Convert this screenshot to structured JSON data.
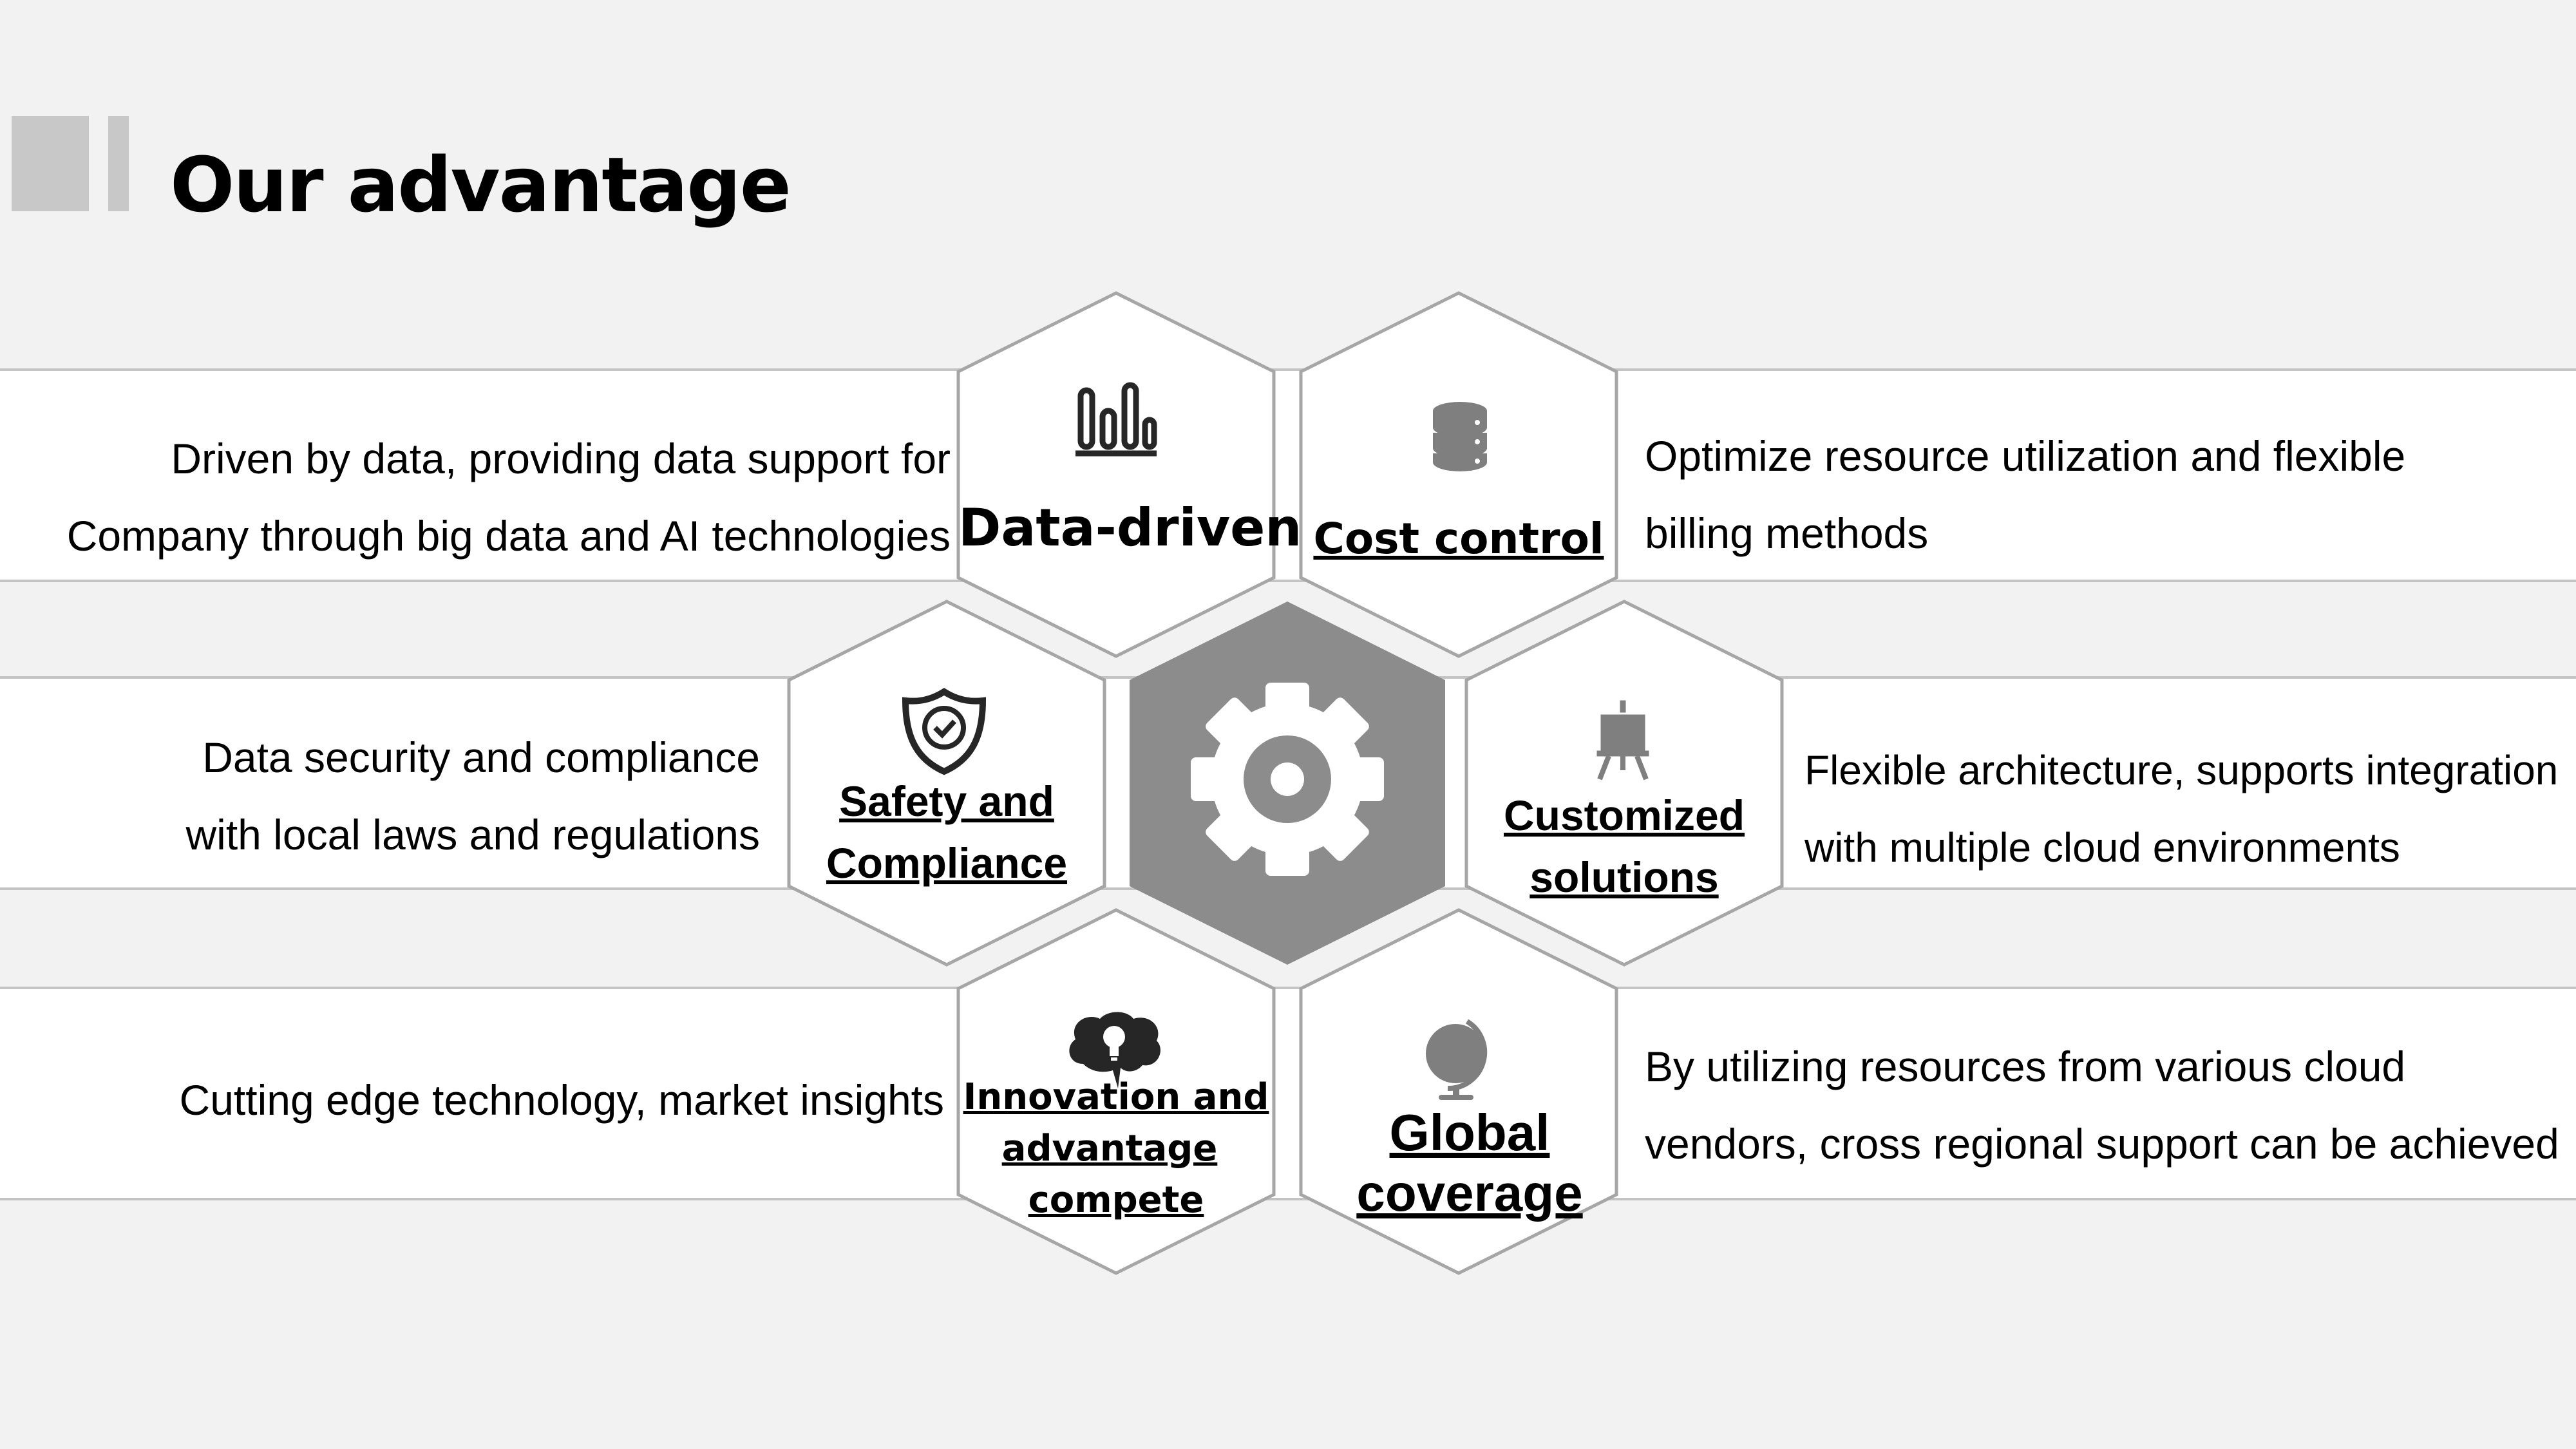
{
  "page": {
    "title": "Our advantage"
  },
  "advantages": {
    "data_driven": {
      "label": "Data-driven",
      "icon": "bar-chart-icon",
      "desc_line1": "Driven by data, providing data support for",
      "desc_line2": "Company through big data and AI technologies"
    },
    "cost_control": {
      "label": "Cost control",
      "icon": "database-icon",
      "desc_line1": "Optimize resource utilization and flexible",
      "desc_line2": "billing methods"
    },
    "safety": {
      "label_line1": "Safety and",
      "label_line2": "Compliance",
      "icon": "shield-check-icon",
      "desc_line1": "Data security and compliance",
      "desc_line2": "with local laws and regulations"
    },
    "customized": {
      "label_line1": "Customized",
      "label_line2": "solutions",
      "icon": "easel-icon",
      "desc_line1": "Flexible architecture, supports integration",
      "desc_line2": "with multiple cloud environments"
    },
    "innovation": {
      "label_line1": "Innovation and",
      "label_line2": "advantage",
      "label_line3": "compete",
      "icon": "brain-bulb-icon",
      "desc_line1": "Cutting edge technology, market insights"
    },
    "global": {
      "label_line1": "Global",
      "label_line2": "coverage",
      "icon": "globe-icon",
      "desc_line1": "By utilizing resources from various cloud",
      "desc_line2": "vendors, cross regional support can be achieved"
    },
    "center": {
      "icon": "gear-icon"
    }
  },
  "colors": {
    "background": "#f2f2f2",
    "band": "#ffffff",
    "hex_border": "#a6a6a6",
    "center_hex": "#8c8c8c",
    "icon_gray": "#7f7f7f",
    "icon_dark": "#262626"
  }
}
